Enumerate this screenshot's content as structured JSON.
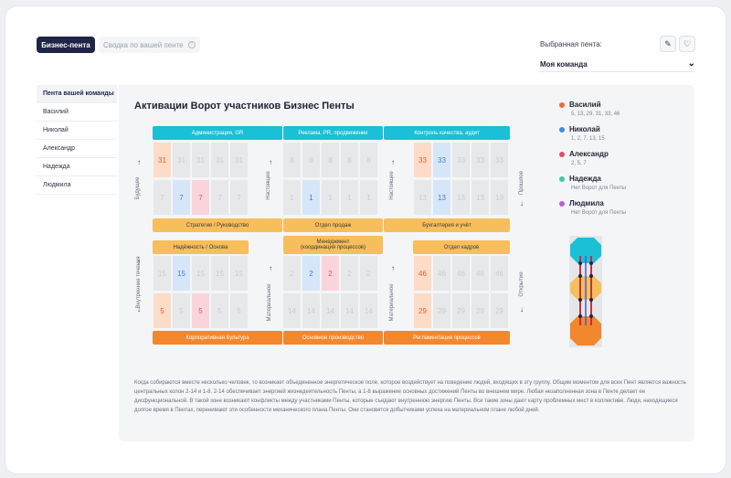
{
  "tabs": {
    "active": "Бизнес-пента",
    "inactive": "Сводка по вашей пенте",
    "inactive_hint": "?"
  },
  "selected": {
    "label": "Выбранная пента:",
    "value": "Моя команда",
    "arrow": "⌄",
    "edit_icon": "✎",
    "heart_icon": "♡"
  },
  "sidebar": {
    "items": [
      "Пента вашей команды",
      "Василий",
      "Николай",
      "Александр",
      "Надежда",
      "Людмила"
    ]
  },
  "main": {
    "title": "Активации Ворот участников Бизнес Пенты"
  },
  "bands": {
    "top": [
      "Администрация, GR",
      "Реклама, PR, продвижение",
      "Контроль качества, аудит"
    ],
    "mid": [
      "Стратегия / Руководство",
      "Отдел продаж",
      "Бухгалтерия и учёт"
    ],
    "mid_sub": [
      "Надёжность / Основа",
      "Менеджмент\n(координация процессов)",
      "Отдел кадров"
    ],
    "bottom": [
      "Корпоративная Культура",
      "Основное производство",
      "Регламентация процессов"
    ]
  },
  "vlabels": {
    "future": "Будущее",
    "present1": "Настоящее",
    "present2": "Настоящее",
    "past": "Прошлое",
    "internal": "Внутренние течения",
    "material1": "Материальное",
    "material2": "Материальное",
    "open": "Открытие"
  },
  "arrows": {
    "up": "↑",
    "down": "↓"
  },
  "grid": {
    "g1": [
      [
        "31",
        "31",
        "31",
        "31",
        "31"
      ],
      [
        "7",
        "7",
        "7",
        "7",
        "7"
      ]
    ],
    "g2": [
      [
        "8",
        "8",
        "8",
        "8"
      ],
      [
        "1",
        "1",
        "1",
        "1"
      ]
    ],
    "g3": [
      [
        "33",
        "33",
        "33",
        "33",
        "33"
      ],
      [
        "13",
        "13",
        "13",
        "13",
        "13"
      ]
    ],
    "g4": [
      [
        "15",
        "15",
        "15",
        "15",
        "15"
      ],
      [
        "5",
        "5",
        "5",
        "5",
        "5"
      ]
    ],
    "g5": [
      [
        "2",
        "2",
        "2",
        "2",
        "2"
      ],
      [
        "14",
        "14",
        "14",
        "14",
        "14"
      ]
    ],
    "g6": [
      [
        "46",
        "46",
        "46",
        "46",
        "46"
      ],
      [
        "29",
        "29",
        "29",
        "29",
        "29"
      ]
    ]
  },
  "legend": [
    {
      "name": "Василий",
      "sub": "5, 13, 29, 31, 33, 46",
      "color": "#f26b3a"
    },
    {
      "name": "Николай",
      "sub": "1, 2, 7, 13, 15",
      "color": "#3f8be6"
    },
    {
      "name": "Александр",
      "sub": "2, 5, 7",
      "color": "#e64b6a"
    },
    {
      "name": "Надежда",
      "sub": "Нет Ворот для Пенты",
      "color": "#3ec9a0"
    },
    {
      "name": "Людмила",
      "sub": "Нет Ворот для Пенты",
      "color": "#c05ad8"
    }
  ],
  "description": "Когда собираются вместе несколько человек, то возникает объединенное энергетическое поле, которое воздействует на поведение людей, входящих в эту группу. Общим моментом для всех Пент является важность центральных колон 2-14 и 1-8. 2-14 обеспечивает энергией жизнедеятельность Пенты, а 1-8 выражение основных достижений Пенты во внешнем мире. Любая незаполненная зона в Пенте делает ее дисфункциональной. В такой зоне возникают конфликты между участниками Пенты, которые съедают внутреннюю энергию Пенты. Все такие зоны дают карту проблемных мест в коллективе. Люди, находящиеся долгое время в Пентах, перенимают эти особенности механического плана Пенты. Они становятся добытчиками успеха на материальном плане любой дней."
}
